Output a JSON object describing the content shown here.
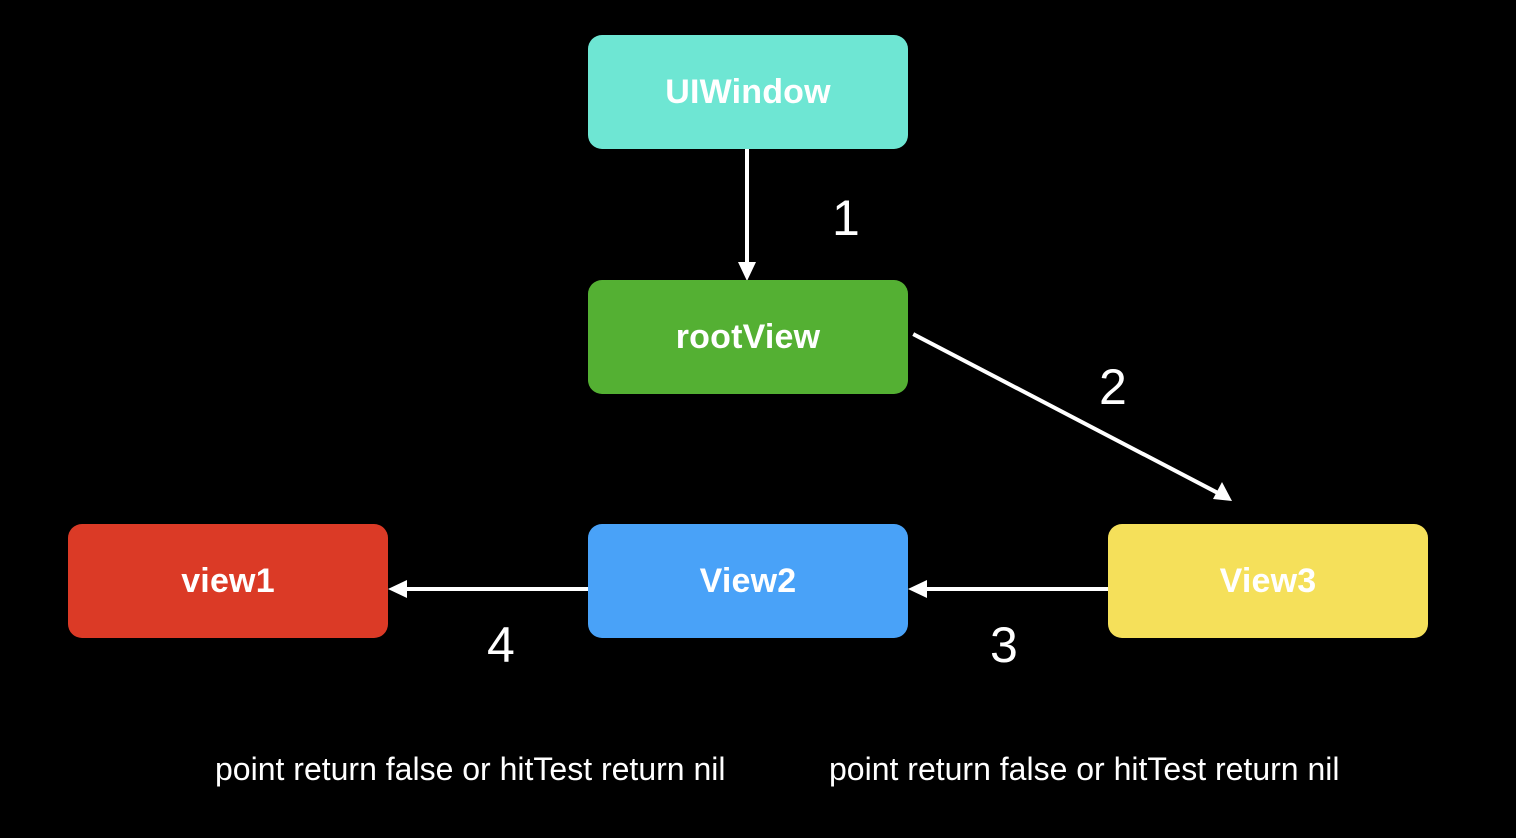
{
  "nodes": {
    "uiwindow": {
      "label": "UIWindow",
      "color": "#6ee6d3"
    },
    "rootview": {
      "label": "rootView",
      "color": "#54b033"
    },
    "view3": {
      "label": "View3",
      "color": "#f5e05a"
    },
    "view2": {
      "label": "View2",
      "color": "#49a2f8"
    },
    "view1": {
      "label": "view1",
      "color": "#db3a26"
    }
  },
  "edges": [
    {
      "from": "UIWindow",
      "to": "rootView",
      "step": "1"
    },
    {
      "from": "rootView",
      "to": "View3",
      "step": "2"
    },
    {
      "from": "View3",
      "to": "View2",
      "step": "3"
    },
    {
      "from": "View2",
      "to": "view1",
      "step": "4"
    }
  ],
  "notes": {
    "left": "point return false or hitTest return nil",
    "right": "point return false or hitTest return nil"
  },
  "colors": {
    "background": "#000000",
    "arrow": "#ffffff",
    "text": "#ffffff"
  }
}
